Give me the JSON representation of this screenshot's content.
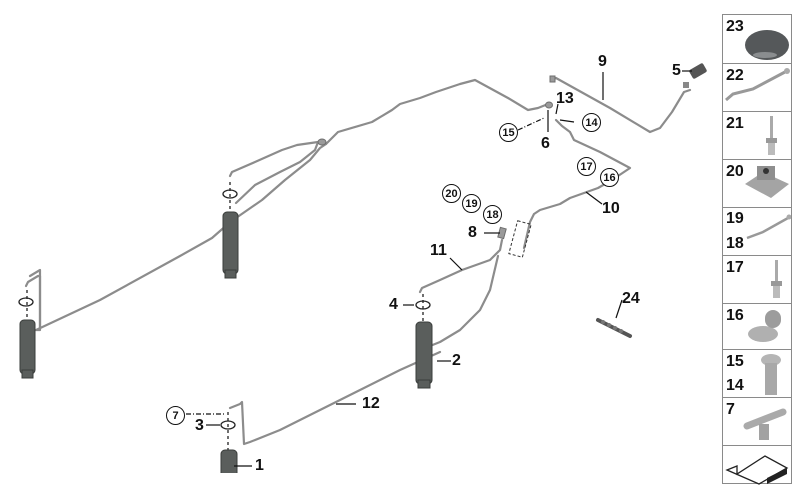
{
  "diagram": {
    "callouts": {
      "c1": "1",
      "c2": "2",
      "c3": "3",
      "c4": "4",
      "c5": "5",
      "c6": "6",
      "c7": "7",
      "c8": "8",
      "c9": "9",
      "c10": "10",
      "c11": "11",
      "c12": "12",
      "c13": "13",
      "c14": "14",
      "c15": "15",
      "c16": "16",
      "c17": "17",
      "c18": "18",
      "c19": "19",
      "c20": "20",
      "c24": "24"
    }
  },
  "parts_panel": {
    "items": [
      {
        "numbers": [
          "23"
        ],
        "icon": "cap-icon"
      },
      {
        "numbers": [
          "22"
        ],
        "icon": "cable-tie-icon"
      },
      {
        "numbers": [
          "21"
        ],
        "icon": "rivet-icon"
      },
      {
        "numbers": [
          "20"
        ],
        "icon": "nut-clip-icon"
      },
      {
        "numbers": [
          "19",
          "18"
        ],
        "icon": "cable-tie-icon"
      },
      {
        "numbers": [
          "17"
        ],
        "icon": "rivet-icon"
      },
      {
        "numbers": [
          "16"
        ],
        "icon": "pipe-clamp-icon"
      },
      {
        "numbers": [
          "15",
          "14"
        ],
        "icon": "screw-icon"
      },
      {
        "numbers": [
          "7"
        ],
        "icon": "t-connector-icon"
      },
      {
        "numbers": [],
        "icon": "kit-box-icon"
      }
    ]
  },
  "colors": {
    "pipe": "#8c8c8c",
    "cylinder": "#5a5e5c",
    "callout_text": "#111111",
    "panel_border": "#8a8a8a"
  }
}
